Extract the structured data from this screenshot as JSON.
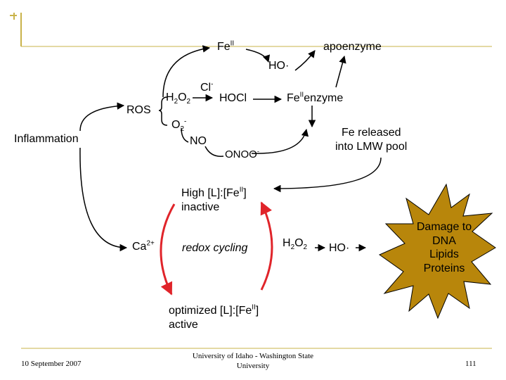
{
  "colors": {
    "frame": "#c9b34a",
    "arrow_red": "#e0242a",
    "burst_fill": "#b8860b",
    "black": "#000000"
  },
  "nodes": {
    "fe": "Fe",
    "fe_sup": "II",
    "apoenzyme": "apoenzyme",
    "ho_radical_top": "HO·",
    "cl": "Cl",
    "cl_sup": "-",
    "ros": "ROS",
    "h2o2_left": {
      "a": "H",
      "b": "2",
      "c": "O",
      "d": "2"
    },
    "hocl": "HOCl",
    "feenzyme": {
      "a": "Fe",
      "sup": "II",
      "b": "enzyme"
    },
    "o2": {
      "a": "O",
      "sub": "2",
      "sup": "-"
    },
    "inflammation": "Inflammation",
    "no": "NO",
    "onoo": "ONOO",
    "onoo_sup": "-",
    "fe_released": "Fe released",
    "lmw_pool": "into LMW pool",
    "high": {
      "a": "High [L]:[Fe",
      "sup": "II",
      "b": "]"
    },
    "inactive": "inactive",
    "ca": "Ca",
    "ca_sup": "2+",
    "redox": "redox cycling",
    "h2o2_right": {
      "a": "H",
      "b": "2",
      "c": "O",
      "d": "2"
    },
    "ho_radical_right": "HO·",
    "optimized": {
      "a": "optimized [L]:[Fe",
      "sup": "II",
      "b": "]"
    },
    "active": "active",
    "damage": [
      "Damage to",
      "DNA",
      "Lipids",
      "Proteins"
    ]
  },
  "footer": {
    "date": "10 September 2007",
    "university": [
      "University of Idaho - Washington State",
      "University"
    ],
    "page": "111"
  }
}
